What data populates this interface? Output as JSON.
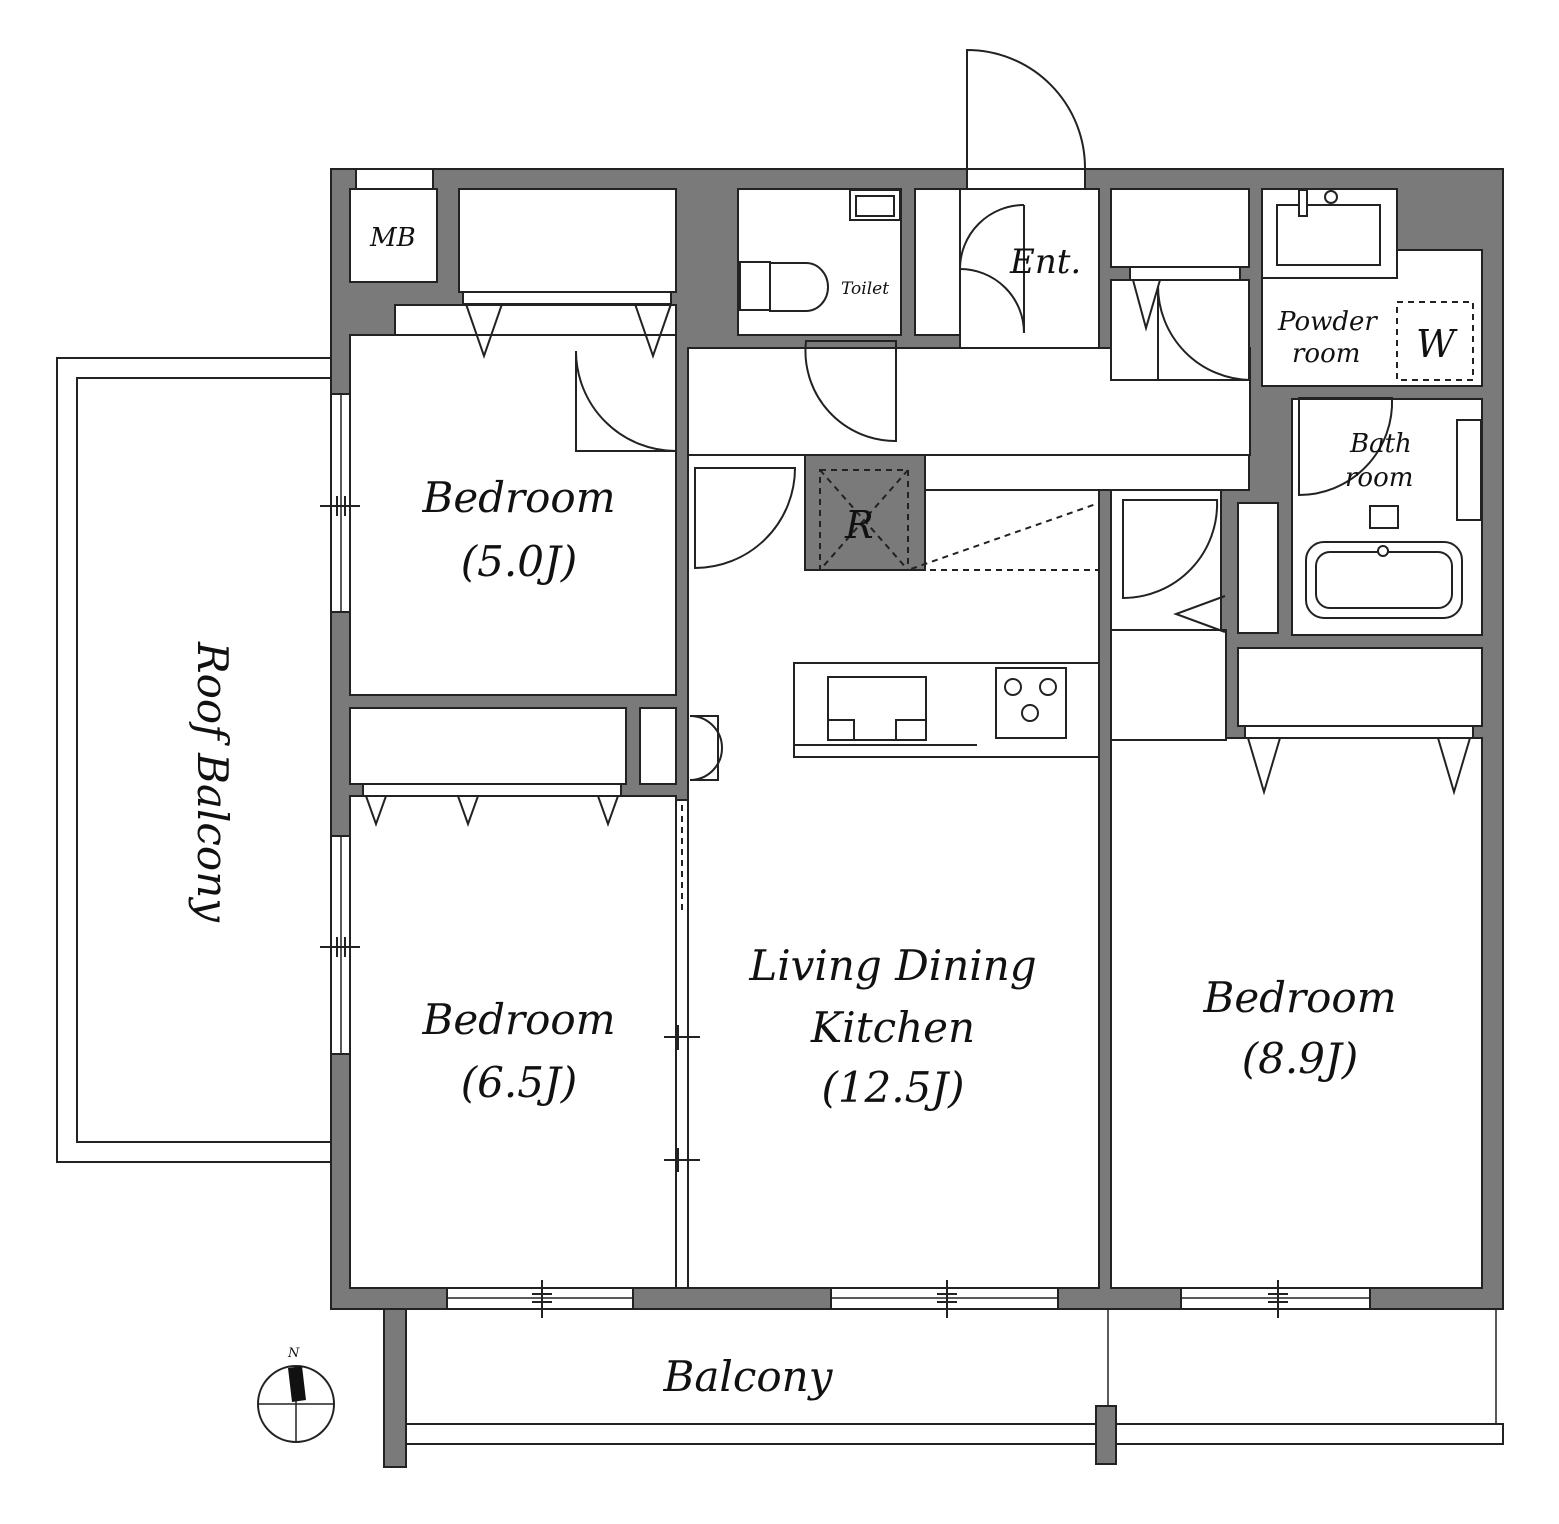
{
  "rooms": {
    "bedroom_nw": {
      "name": "Bedroom",
      "size": "(5.0J)"
    },
    "bedroom_w": {
      "name": "Bedroom",
      "size": "(6.5J)"
    },
    "ldk": {
      "line1": "Living Dining",
      "line2": "Kitchen",
      "size": "(12.5J)"
    },
    "bedroom_e": {
      "name": "Bedroom",
      "size": "(8.9J)"
    }
  },
  "labels": {
    "mb": "MB",
    "toilet": "Toilet",
    "entrance": "Ent.",
    "powder_line1": "Powder",
    "powder_line2": "room",
    "washer": "W",
    "bath_line1": "Bath",
    "bath_line2": "room",
    "refrigerator": "R",
    "roof_balcony": "Roof Balcony",
    "balcony": "Balcony",
    "compass_north": "N"
  },
  "colors": {
    "wall": "#7a7a7a",
    "line": "#222222",
    "background": "#ffffff"
  }
}
